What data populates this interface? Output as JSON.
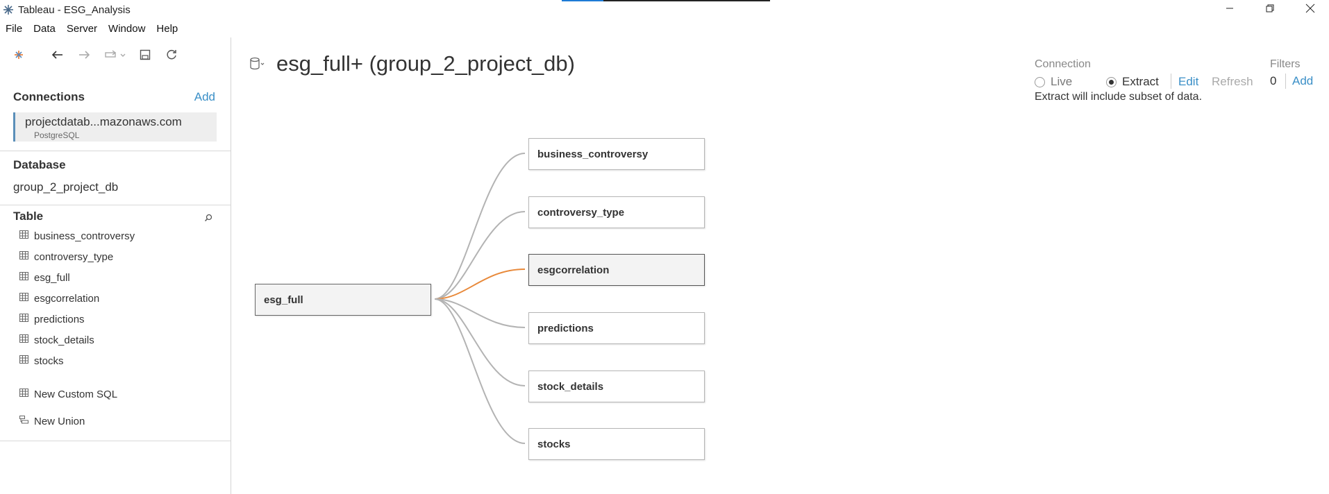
{
  "window": {
    "title": "Tableau - ESG_Analysis",
    "controls": [
      "minimize-icon",
      "restore-icon",
      "close-icon"
    ]
  },
  "menu": [
    "File",
    "Data",
    "Server",
    "Window",
    "Help"
  ],
  "toolbar": [
    "tableau-logo-icon",
    "back-icon",
    "forward-icon",
    "data-source-menu-icon",
    "save-icon",
    "refresh-icon"
  ],
  "sidebar": {
    "connections_label": "Connections",
    "add_label": "Add",
    "connection": {
      "name": "projectdatab...mazonaws.com",
      "type": "PostgreSQL"
    },
    "database_label": "Database",
    "database_value": "group_2_project_db",
    "table_label": "Table",
    "tables": [
      {
        "label": "business_controversy"
      },
      {
        "label": "controversy_type"
      },
      {
        "label": "esg_full"
      },
      {
        "label": "esgcorrelation"
      },
      {
        "label": "predictions"
      },
      {
        "label": "stock_details"
      },
      {
        "label": "stocks"
      }
    ],
    "new_custom_sql": "New Custom SQL",
    "new_union": "New Union"
  },
  "main": {
    "datasource_title": "esg_full+ (group_2_project_db)",
    "connection_label": "Connection",
    "live_label": "Live",
    "extract_label": "Extract",
    "selected_mode": "Extract",
    "edit_label": "Edit",
    "refresh_label": "Refresh",
    "extract_note": "Extract will include subset of data.",
    "filters_label": "Filters",
    "filters_count": "0",
    "filters_add": "Add"
  },
  "canvas": {
    "root_table": "esg_full",
    "joined_tables": [
      {
        "label": "business_controversy",
        "highlighted": false
      },
      {
        "label": "controversy_type",
        "highlighted": false
      },
      {
        "label": "esgcorrelation",
        "highlighted": true
      },
      {
        "label": "predictions",
        "highlighted": false
      },
      {
        "label": "stock_details",
        "highlighted": false
      },
      {
        "label": "stocks",
        "highlighted": false
      }
    ],
    "link_color": "#b3b3b3",
    "highlight_color": "#e8893a"
  }
}
